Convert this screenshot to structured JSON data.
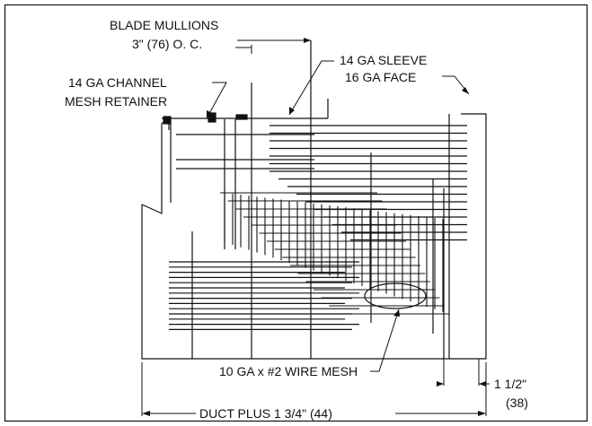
{
  "labels": {
    "blade_mullions": "BLADE MULLIONS",
    "mullion_spacing": "3\" (76) O. C.",
    "sleeve": "14 GA SLEEVE",
    "face": "16 GA FACE",
    "channel": "14 GA CHANNEL",
    "mesh_retainer": "MESH RETAINER",
    "wire_mesh": "10 GA x #2 WIRE MESH",
    "dim_small_in": "1 1/2\"",
    "dim_small_mm": "(38)",
    "dim_overall": "DUCT PLUS 1 3/4\" (44)"
  },
  "colors": {
    "line": "#111111",
    "background": "#ffffff"
  }
}
